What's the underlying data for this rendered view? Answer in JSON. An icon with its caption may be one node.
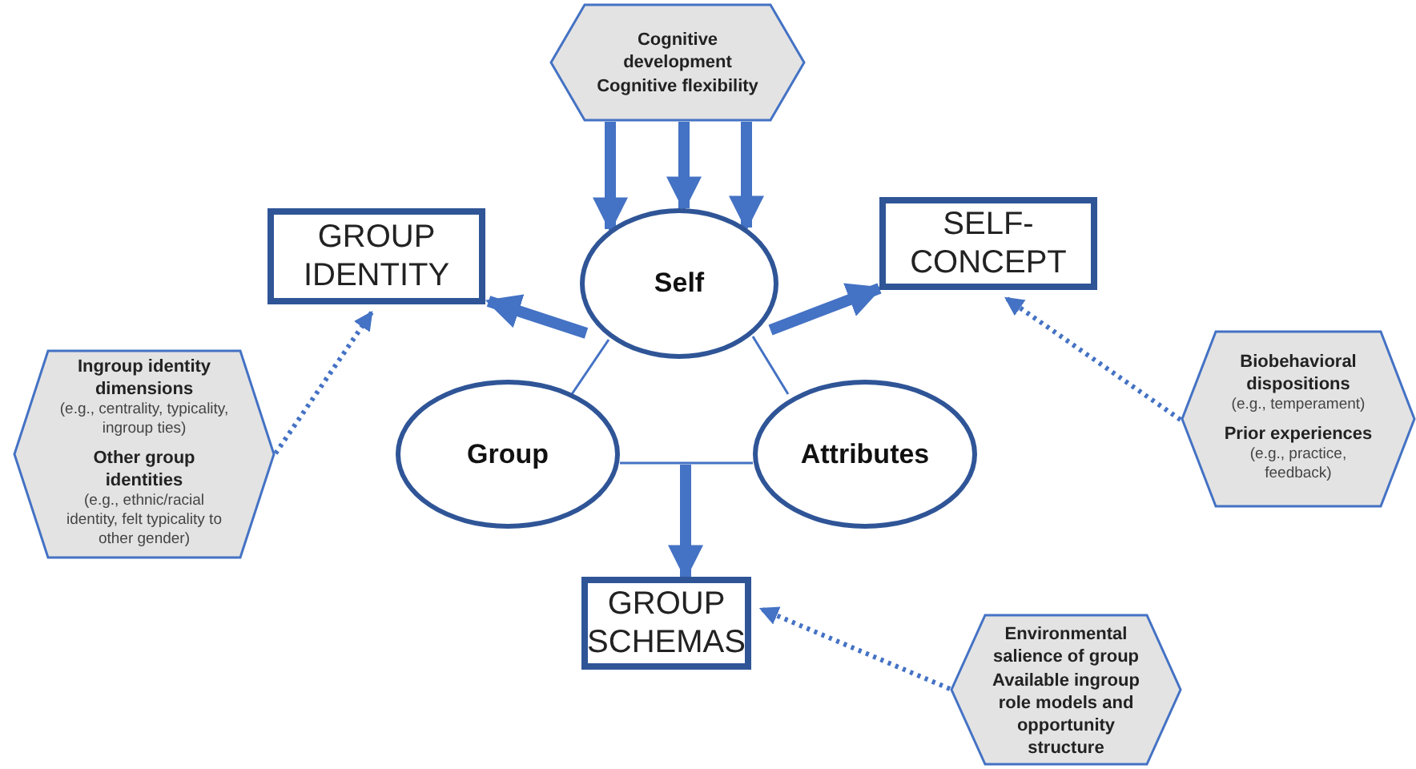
{
  "diagram": {
    "nodes": [
      {
        "text": [
          "Cognitive development",
          "Cognitive flexibility"
        ]
      },
      {
        "text": [
          "GROUP IDENTITY"
        ]
      },
      {
        "text": [
          "SELF-CONCEPT"
        ]
      },
      {
        "text": [
          "Self"
        ]
      },
      {
        "text": [
          "Group"
        ]
      },
      {
        "text": [
          "Attributes"
        ]
      },
      {
        "text": [
          "GROUP SCHEMAS"
        ]
      },
      {
        "text": [
          "Ingroup identity dimensions",
          "(e.g., centrality, typicality, ingroup ties)",
          "Other group identities",
          "(e.g., ethnic/racial identity, felt typicality to other gender)"
        ]
      },
      {
        "text": [
          "Biobehavioral dispositions",
          "(e.g., temperament)",
          "Prior experiences",
          "(e.g., practice, feedback)"
        ]
      },
      {
        "text": [
          "Environmental salience of group",
          "Available ingroup role models and opportunity structure"
        ]
      }
    ],
    "edges": [
      {
        "from": 0,
        "to": 3,
        "arrow": "to",
        "style": "thick"
      },
      {
        "from": 0,
        "to": 3,
        "arrow": "to",
        "style": "thick"
      },
      {
        "from": 0,
        "to": 3,
        "arrow": "to",
        "style": "thick"
      },
      {
        "from": 3,
        "to": 1,
        "arrow": "to",
        "style": "thick"
      },
      {
        "from": 3,
        "to": 2,
        "arrow": "to",
        "style": "thick"
      },
      {
        "from": 3,
        "to": 4,
        "arrow": "none"
      },
      {
        "from": 3,
        "to": 5,
        "arrow": "none"
      },
      {
        "from": 4,
        "to": 5,
        "arrow": "none"
      },
      {
        "from": null,
        "to": 6,
        "arrow": "to",
        "style": "thick"
      },
      {
        "from": 7,
        "to": 1,
        "arrow": "to",
        "style": "dashed"
      },
      {
        "from": 8,
        "to": 2,
        "arrow": "to",
        "style": "dashed"
      },
      {
        "from": 9,
        "to": 6,
        "arrow": "to",
        "style": "dashed"
      }
    ]
  }
}
